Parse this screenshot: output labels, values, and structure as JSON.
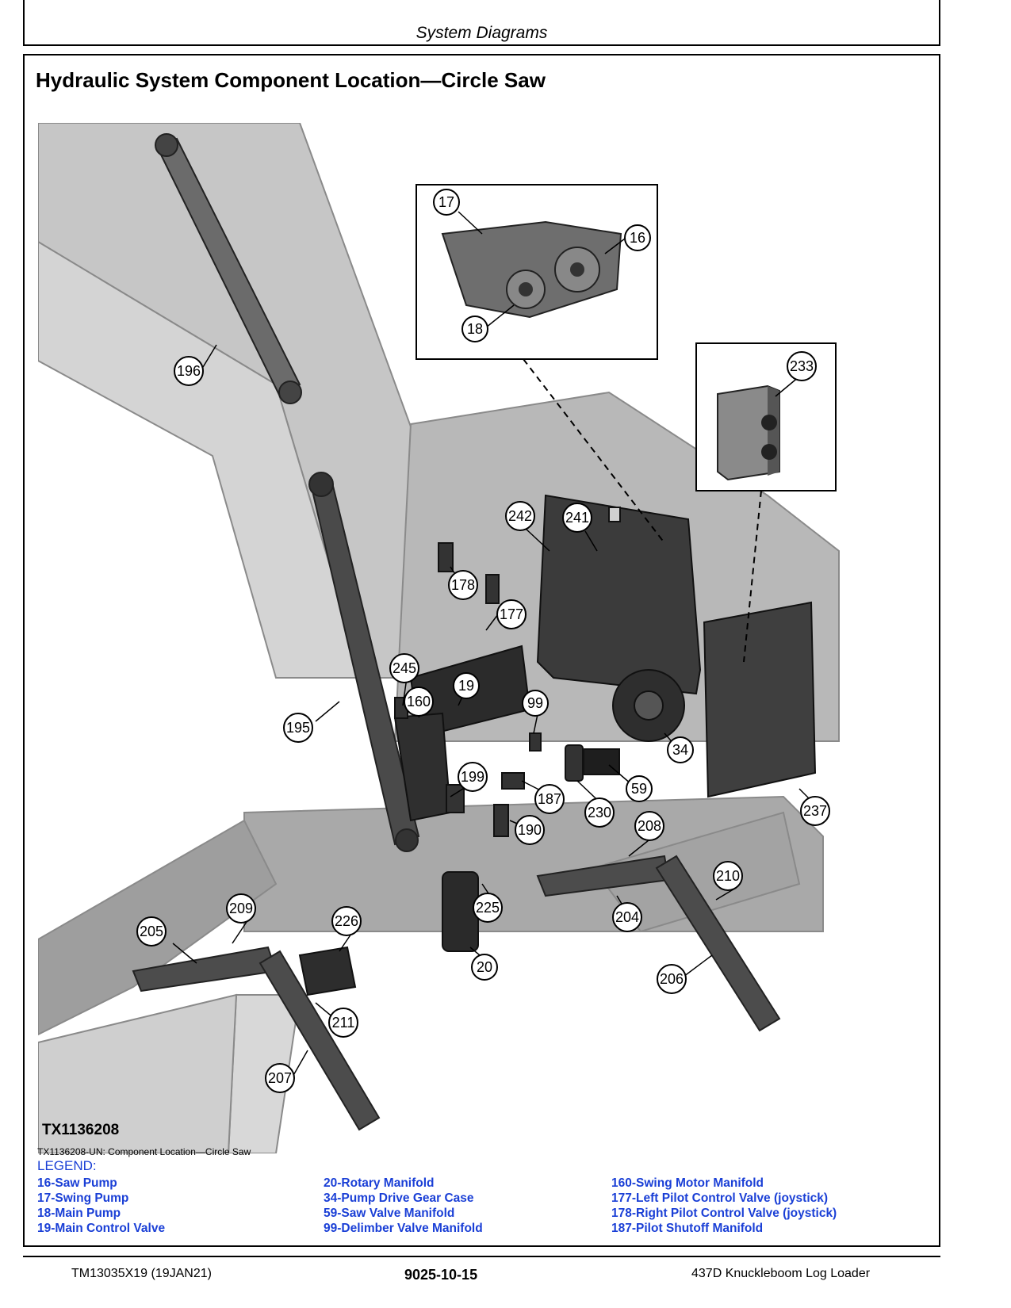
{
  "header": {
    "section": "System Diagrams"
  },
  "title": "Hydraulic System Component Location—Circle Saw",
  "figure": {
    "id": "TX1136208",
    "caption": "TX1136208-UN: Component Location—Circle Saw",
    "callouts": [
      "17",
      "16",
      "18",
      "233",
      "196",
      "242",
      "241",
      "178",
      "177",
      "245",
      "19",
      "160",
      "99",
      "195",
      "199",
      "187",
      "59",
      "34",
      "230",
      "237",
      "190",
      "208",
      "210",
      "209",
      "226",
      "225",
      "205",
      "204",
      "211",
      "20",
      "206",
      "207"
    ]
  },
  "legend": {
    "heading": "LEGEND:",
    "columns": [
      [
        "16-Saw Pump",
        "17-Swing Pump",
        "18-Main Pump",
        "19-Main Control Valve"
      ],
      [
        "20-Rotary Manifold",
        "34-Pump Drive Gear Case",
        "59-Saw Valve Manifold",
        "99-Delimber Valve Manifold"
      ],
      [
        "160-Swing Motor Manifold",
        "177-Left Pilot Control Valve (joystick)",
        "178-Right Pilot Control Valve (joystick)",
        "187-Pilot Shutoff Manifold"
      ]
    ]
  },
  "footer": {
    "left": "TM13035X19 (19JAN21)",
    "center": "9025-10-15",
    "right": "437D Knuckleboom Log Loader"
  }
}
